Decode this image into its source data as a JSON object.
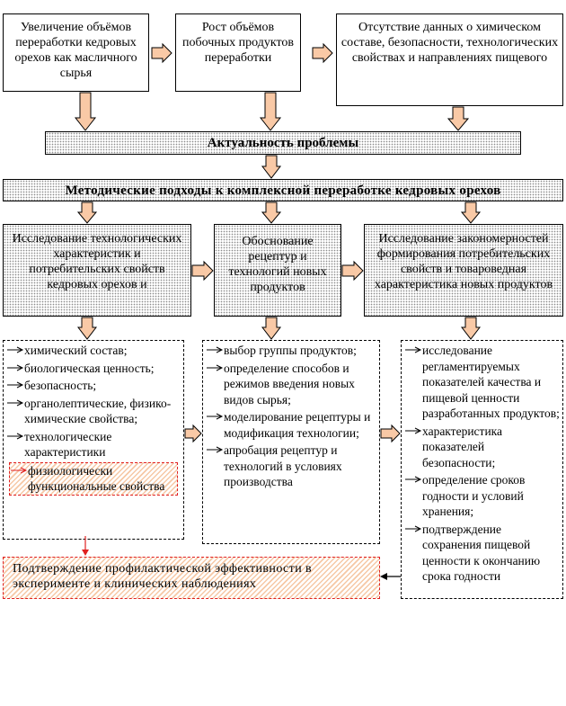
{
  "top": {
    "box1": "Увеличение объёмов переработки кедровых орехов как масличного сырья",
    "box2": "Рост объёмов побочных продуктов переработки",
    "box3": "Отсутствие данных о химическом составе, безопасности, технологических свойствах и направлениях пищевого"
  },
  "banner_relevance": "Актуальность проблемы",
  "banner_methods": "Методические подходы к комплексной переработке кедровых орехов",
  "mid": {
    "box1": "Исследование технологических характеристик и потребительских свойств кедровых орехов и",
    "box2": "Обоснование рецептур и технологий новых продуктов",
    "box3": "Исследование закономерностей формирования потребительских свойств и товароведная характеристика новых продуктов"
  },
  "list1": [
    "химический состав;",
    "биологическая ценность;",
    "безопасность;",
    "органолептические, физико-химические свойства;",
    "технологические характеристики",
    "физиологически функциональные свойства"
  ],
  "list2": [
    "выбор группы продуктов;",
    "определение способов и режимов введения новых видов сырья;",
    "моделирование рецептуры и модификация технологии;",
    "апробация рецептур и технологий в условиях производства"
  ],
  "list3": [
    "исследование регламентируемых показателей качества и пищевой ценности разработанных продуктов;",
    "характеристика показателей безопасности;",
    "определение сроков годности и условий хранения;",
    "подтверждение сохранения пищевой ценности к окончанию срока годности"
  ],
  "confirm": "Подтверждение профилактической эффективности в эксперименте и клинических наблюдениях",
  "colors": {
    "arrow_fill": "#f9c9a6",
    "highlight_red": "#e02020",
    "dot": "#8c8c8c"
  }
}
